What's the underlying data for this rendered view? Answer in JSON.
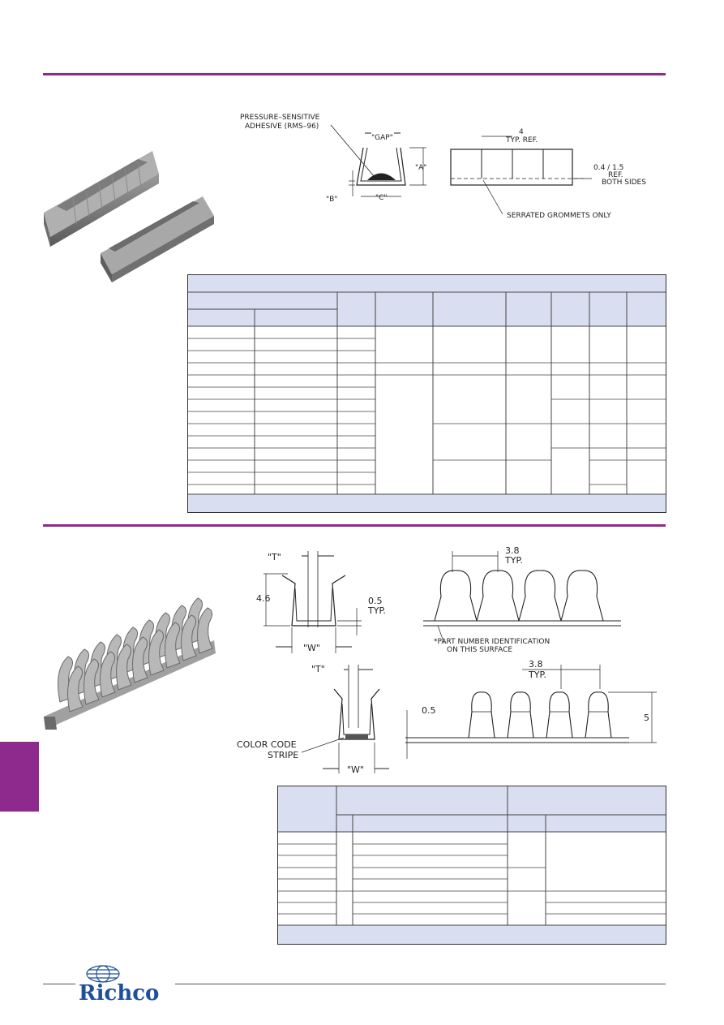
{
  "diagram1": {
    "adhesive_label_1": "PRESSURE–SENSITIVE",
    "adhesive_label_2": "ADHESIVE (RMS–96)",
    "gap_label": "\"GAP\"",
    "a_label": "\"A\"",
    "b_label": "\"B\"",
    "c_label": "\"C\"",
    "four_label": "4",
    "typ_ref_label": "TYP. REF.",
    "ref_value": "0.4 / 1.5",
    "ref_label": "REF.",
    "both_sides_label": "BOTH SIDES",
    "serrated_label": "SERRATED GROMMETS ONLY"
  },
  "diagram2": {
    "t_label": "\"T\"",
    "w_label": "\"W\"",
    "h_value": "4.6",
    "thickness_value": "0.5",
    "typ_label": "TYP.",
    "pitch_value": "3.8",
    "pitch_typ": "TYP.",
    "part_id_line1": "*PART NUMBER IDENTIFICATION",
    "part_id_line2": "ON THIS SURFACE",
    "color_code_1": "COLOR CODE",
    "color_code_2": "STRIPE",
    "base_value": "0.5",
    "height_value": "5"
  },
  "brand": {
    "logo_text": "Richco"
  },
  "colors": {
    "accent": "#8e2a8e",
    "table_header": "#d9dff0"
  }
}
